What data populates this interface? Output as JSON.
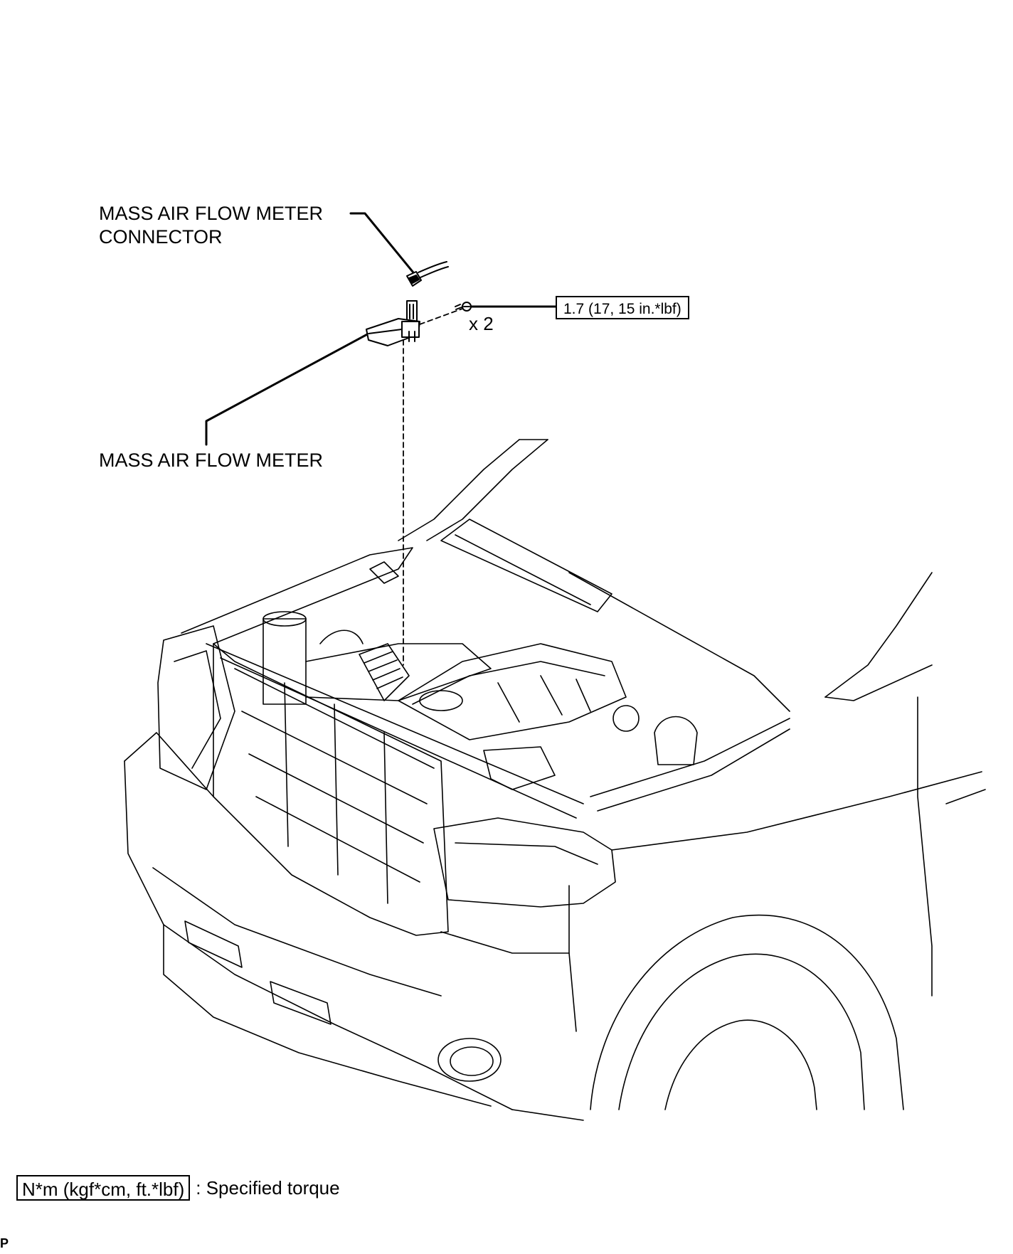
{
  "callouts": {
    "connector": "MASS AIR FLOW METER CONNECTOR",
    "connector_line1": "MASS AIR FLOW METER",
    "connector_line2": "CONNECTOR",
    "meter": "MASS AIR FLOW METER",
    "torque_spec": "1.7 (17, 15 in.*lbf)",
    "quantity": "x 2"
  },
  "legend": {
    "key": "N*m (kgf*cm, ft.*lbf)",
    "text": ": Specified torque"
  },
  "figure_code": "P",
  "icons": {
    "connector": "connector-icon",
    "meter": "mass-air-flow-meter-icon",
    "screw": "screw-icon",
    "vehicle": "truck-engine-bay-illustration"
  }
}
